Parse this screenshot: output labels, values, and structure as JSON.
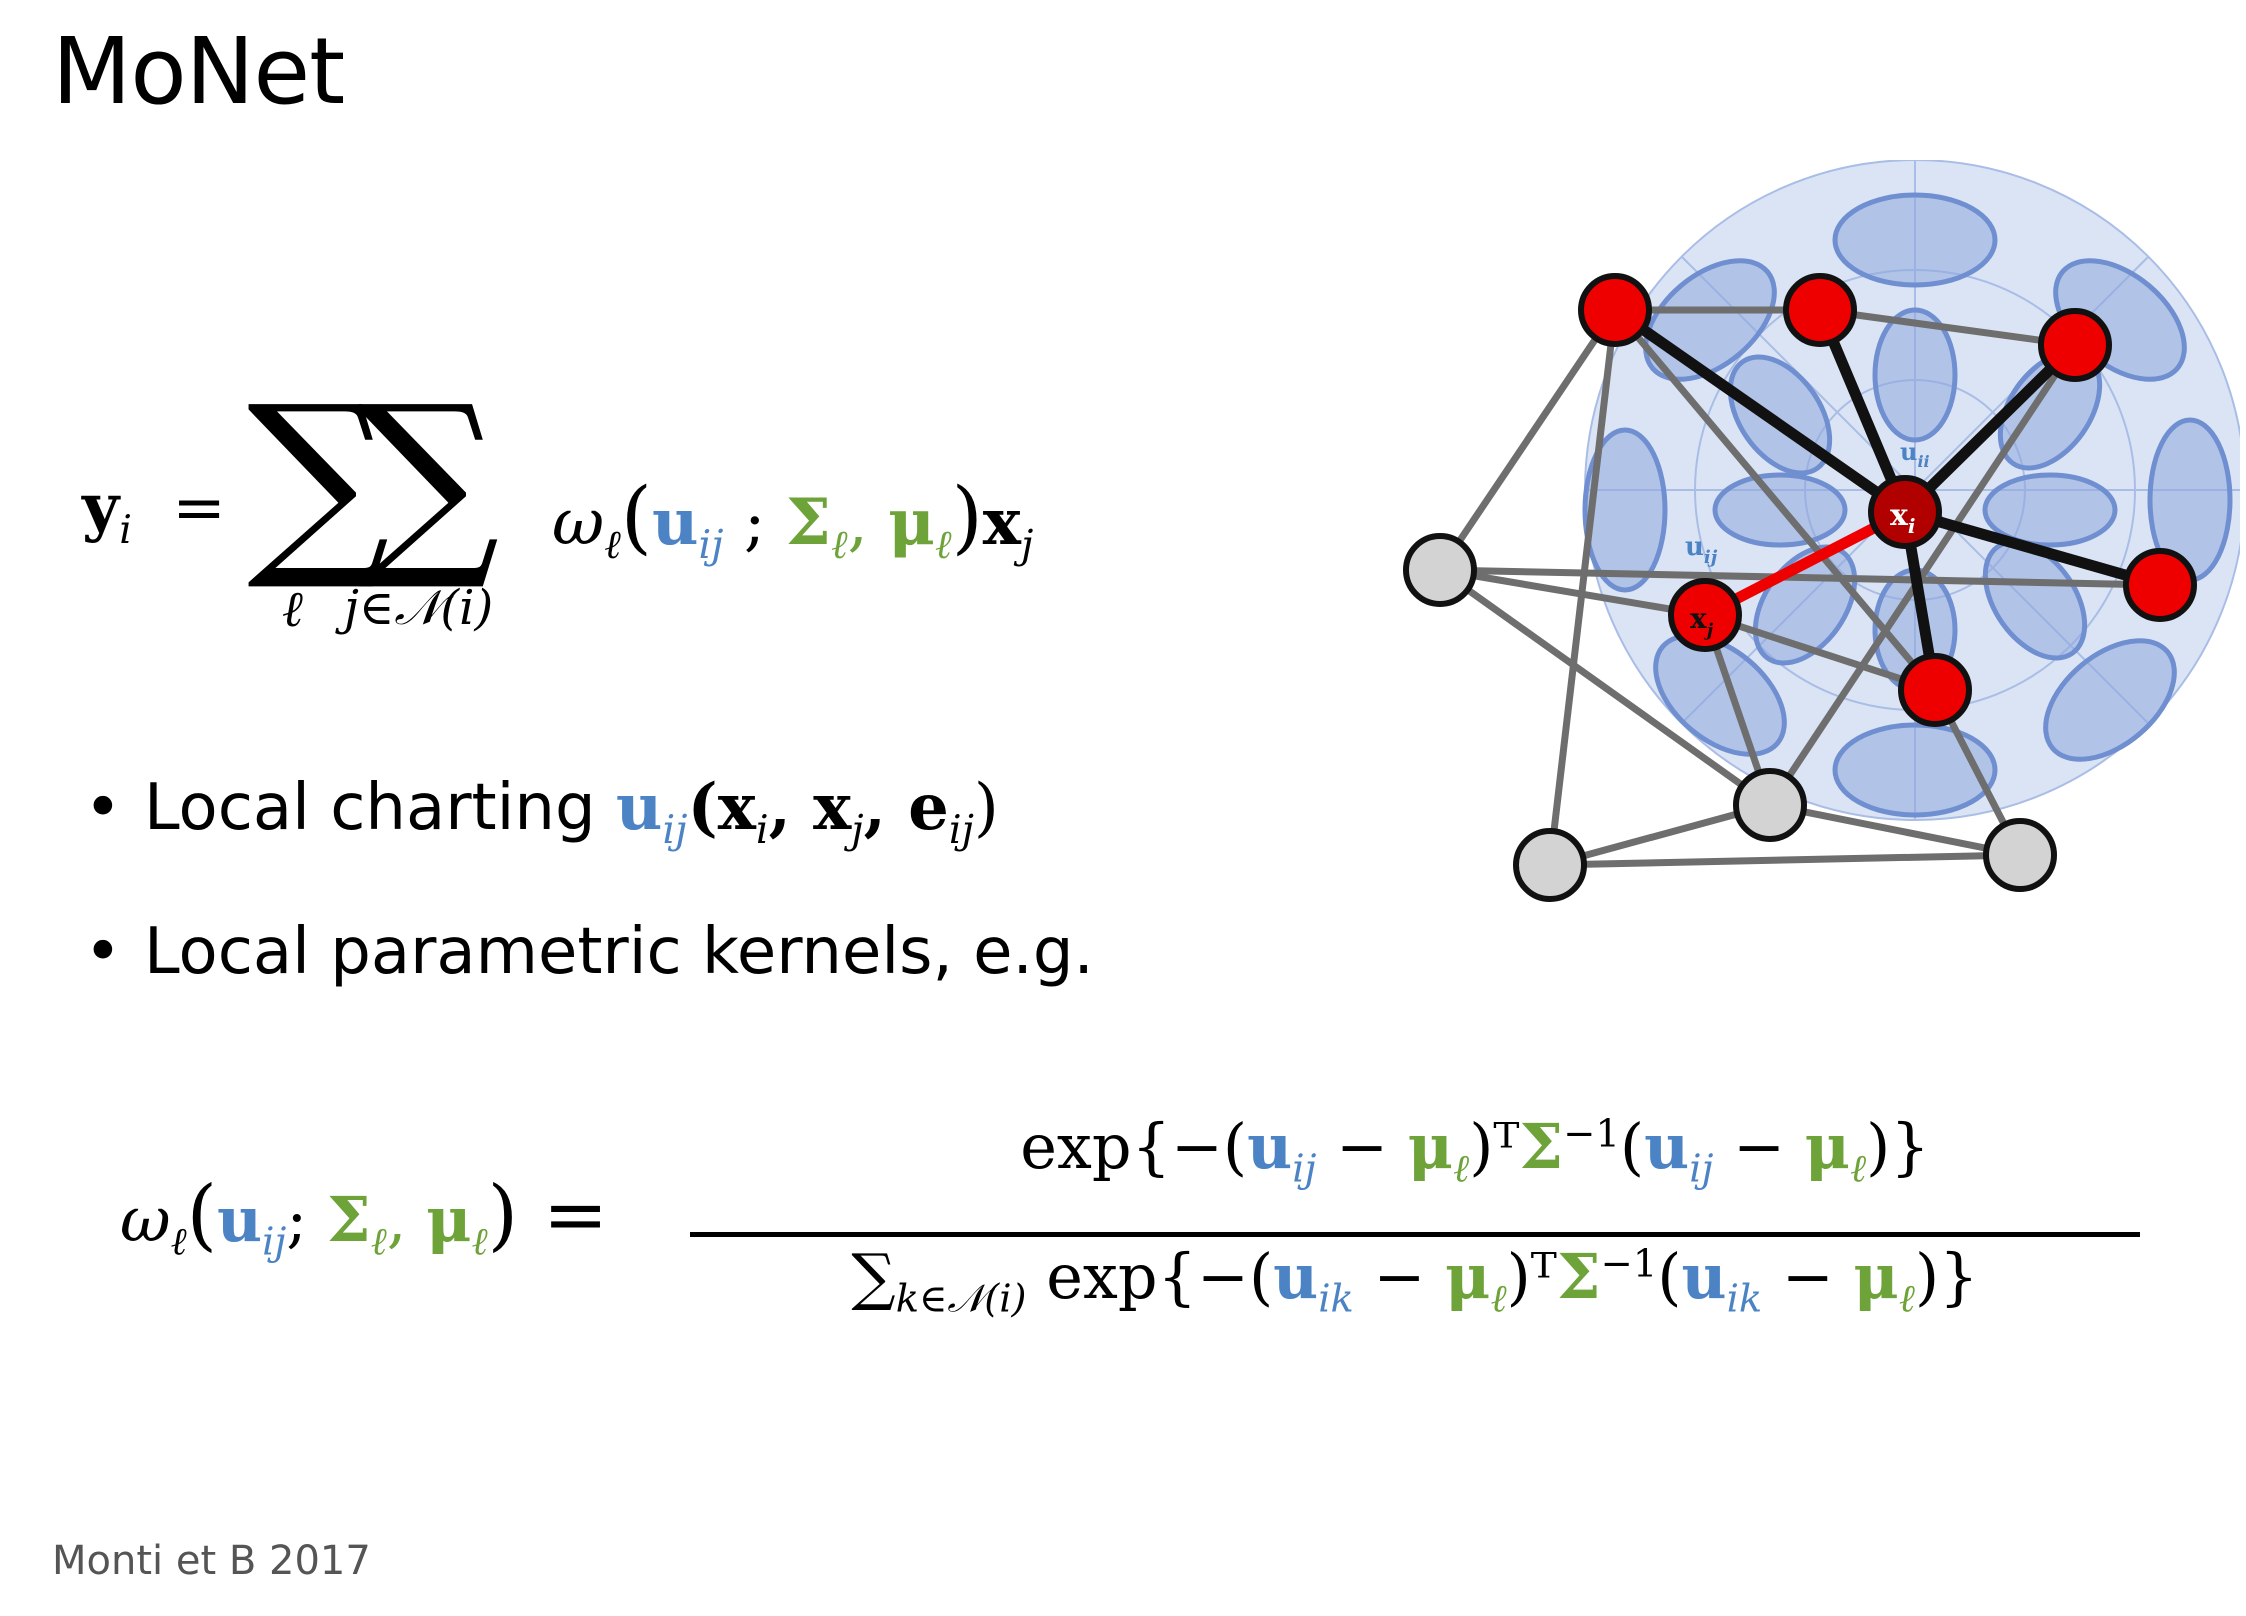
{
  "slide": {
    "title": "MoNet",
    "citation": "Monti et B 2017"
  },
  "equation_main": {
    "lhs_y": "y",
    "lhs_i": "i",
    "equals": "=",
    "sum_symbol": "∑",
    "sum1_index": "ℓ",
    "sum2_index": "j∈𝒩(i)",
    "omega": "ω",
    "ell": "ℓ",
    "open": "(",
    "u": "u",
    "ij": "ij",
    "semi": " ;",
    "Sigma": "Σ",
    "comma": ",",
    "mu": "μ",
    "close": ")",
    "x": "x",
    "j": "j"
  },
  "bullets": {
    "b1_text": "Local charting ",
    "b1_u": "u",
    "b1_ij": "ij",
    "b1_args": "(x",
    "b1_i": "i",
    "b1_xj": ", x",
    "b1_j": "j",
    "b1_e": ", e",
    "b1_eij": "ij",
    "b1_close": ")",
    "b2_text": "Local parametric kernels, e.g.",
    "dot": "•"
  },
  "equation_kernel": {
    "lhs_omega": "ω",
    "lhs_ell": "ℓ",
    "lhs_open": "(",
    "lhs_u": "u",
    "lhs_ij": "ij",
    "lhs_semi": "; ",
    "lhs_Sigma": "Σ",
    "lhs_mu": "μ",
    "lhs_close": ") =",
    "num_exp": "exp{−(",
    "num_u": "u",
    "num_ij": "ij",
    "minus": " − ",
    "num_mu": "μ",
    "num_T": ")ᵀ",
    "num_Sigma": "Σ",
    "inv": "−1",
    "num_open2": "(",
    "num_close": ")}",
    "den_sum": "∑",
    "den_idx": "k∈𝒩(i)",
    "den_exp": " exp{−(",
    "den_u": "u",
    "den_ik": "ik",
    "den_T": ")ᵀ",
    "den_close": ")}"
  },
  "figure": {
    "label_xi": "x",
    "label_xi_sub": "i",
    "label_xj": "x",
    "label_xj_sub": "j",
    "label_uij": "u",
    "label_uij_sub": "ij",
    "label_uii": "u",
    "label_uii_sub": "ii",
    "colors": {
      "red_node": "#ee0000",
      "gray_node": "#d3d3d3",
      "disk": "#c9d6ee",
      "ellipse": "#8ea8dc",
      "ellipse_stroke": "#6f8fd0",
      "edge_gray": "#6e6e6e",
      "edge_black": "#111111",
      "edge_red": "#ee0000",
      "center_node": "#b00000"
    }
  }
}
